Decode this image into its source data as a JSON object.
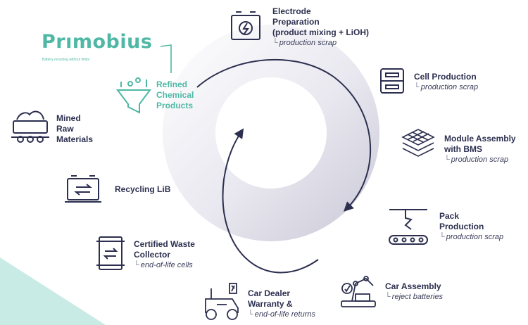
{
  "brand": {
    "name_prefix": "Pr",
    "name_suffix": "mobius",
    "tagline": "Battery recycling without limits",
    "accent_color": "#4fb8a5",
    "text_color": "#2c2f4f"
  },
  "nodes": {
    "electrode": {
      "title": "Electrode\nPreparation\n(product mixing + LiOH)",
      "sub": "production scrap",
      "icon": "battery-charge-icon"
    },
    "cell": {
      "title": "Cell Production",
      "sub": "production scrap",
      "icon": "cell-icon"
    },
    "module": {
      "title": "Module Assembly\nwith BMS",
      "sub": "production scrap",
      "icon": "stacked-layers-icon"
    },
    "pack": {
      "title": "Pack\nProduction",
      "sub": "production scrap",
      "icon": "conveyor-icon"
    },
    "car_assembly": {
      "title": "Car Assembly",
      "sub": "reject batteries",
      "icon": "robot-arm-icon"
    },
    "car_dealer": {
      "title": "Car Dealer\nWarranty &",
      "sub": "end-of-life returns",
      "icon": "car-icon"
    },
    "waste_collector": {
      "title": "Certified Waste\nCollector",
      "sub": "end-of-life cells",
      "icon": "barrel-icon"
    },
    "recycling": {
      "title": "Recycling LiB",
      "icon": "recycle-battery-icon"
    },
    "mined": {
      "title": "Mined\nRaw\nMaterials",
      "icon": "mine-cart-icon"
    },
    "refined": {
      "title": "Refined\nChemical\nProducts",
      "icon": "funnel-icon"
    }
  }
}
